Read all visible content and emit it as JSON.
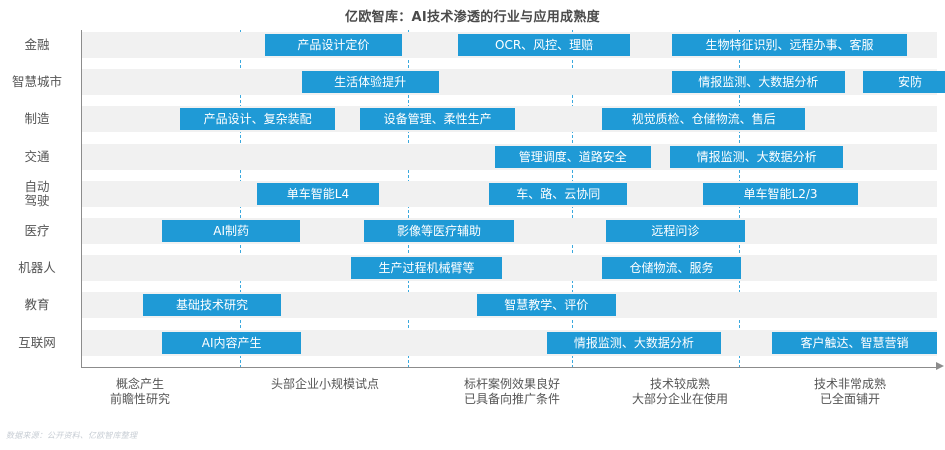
{
  "chart_data": {
    "type": "table",
    "title": "亿欧智库：AI技术渗透的行业与应用成熟度",
    "xlabel": "",
    "ylabel": "",
    "grid": true,
    "legend": false,
    "accent_color": "#1f9ad6",
    "band_color": "#f1f1f1",
    "axis_color": "#8c8c8c",
    "stage_axis": {
      "stages": [
        {
          "index": 1,
          "lines": [
            "概念产生",
            "前瞻性研究"
          ]
        },
        {
          "index": 2,
          "lines": [
            "头部企业小规模试点"
          ]
        },
        {
          "index": 3,
          "lines": [
            "标杆案例效果良好",
            "已具备向推广条件"
          ]
        },
        {
          "index": 4,
          "lines": [
            "技术较成熟",
            "大部分企业在使用"
          ]
        },
        {
          "index": 5,
          "lines": [
            "技术非常成熟",
            "已全面铺开"
          ]
        }
      ],
      "gridline_positions_pct": [
        18.5,
        38.1,
        57.3,
        76.9
      ]
    },
    "rows": [
      {
        "label": [
          "金融"
        ],
        "bars": [
          {
            "text": "产品设计定价",
            "start_pct": 21.4,
            "width_pct": 16.0
          },
          {
            "text": "OCR、风控、理赔",
            "start_pct": 44.0,
            "width_pct": 20.1
          },
          {
            "text": "生物特征识别、远程办事、客服",
            "start_pct": 69.0,
            "width_pct": 27.5
          }
        ]
      },
      {
        "label": [
          "智慧城市"
        ],
        "bars": [
          {
            "text": "生活体验提升",
            "start_pct": 25.7,
            "width_pct": 16.0
          },
          {
            "text": "情报监测、大数据分析",
            "start_pct": 69.0,
            "width_pct": 20.2
          },
          {
            "text": "安防",
            "start_pct": 91.3,
            "width_pct": 11.1
          }
        ]
      },
      {
        "label": [
          "制造"
        ],
        "bars": [
          {
            "text": "产品设计、复杂装配",
            "start_pct": 11.5,
            "width_pct": 18.1
          },
          {
            "text": "设备管理、柔性生产",
            "start_pct": 32.5,
            "width_pct": 18.2
          },
          {
            "text": "视觉质检、仓储物流、售后",
            "start_pct": 60.8,
            "width_pct": 23.8
          }
        ]
      },
      {
        "label": [
          "交通"
        ],
        "bars": [
          {
            "text": "管理调度、道路安全",
            "start_pct": 48.3,
            "width_pct": 18.2
          },
          {
            "text": "情报监测、大数据分析",
            "start_pct": 68.8,
            "width_pct": 20.2
          }
        ]
      },
      {
        "label": [
          "自动",
          "驾驶"
        ],
        "bars": [
          {
            "text": "单车智能L4",
            "start_pct": 20.5,
            "width_pct": 14.2
          },
          {
            "text": "车、路、云协同",
            "start_pct": 47.6,
            "width_pct": 16.2
          },
          {
            "text": "单车智能L2/3",
            "start_pct": 72.6,
            "width_pct": 18.2
          }
        ]
      },
      {
        "label": [
          "医疗"
        ],
        "bars": [
          {
            "text": "AI制药",
            "start_pct": 9.4,
            "width_pct": 16.1
          },
          {
            "text": "影像等医疗辅助",
            "start_pct": 33.0,
            "width_pct": 17.5
          },
          {
            "text": "远程问诊",
            "start_pct": 61.3,
            "width_pct": 16.2
          }
        ]
      },
      {
        "label": [
          "机器人"
        ],
        "bars": [
          {
            "text": "生产过程机械臂等",
            "start_pct": 31.5,
            "width_pct": 17.6
          },
          {
            "text": "仓储物流、服务",
            "start_pct": 60.8,
            "width_pct": 16.3
          }
        ]
      },
      {
        "label": [
          "教育"
        ],
        "bars": [
          {
            "text": "基础技术研究",
            "start_pct": 7.1,
            "width_pct": 16.2
          },
          {
            "text": "智慧教学、评价",
            "start_pct": 46.2,
            "width_pct": 16.2
          }
        ]
      },
      {
        "label": [
          "互联网"
        ],
        "bars": [
          {
            "text": "AI内容产生",
            "start_pct": 9.4,
            "width_pct": 16.2
          },
          {
            "text": "情报监测、大数据分析",
            "start_pct": 54.4,
            "width_pct": 20.3
          },
          {
            "text": "客户触达、智慧营销",
            "start_pct": 80.7,
            "width_pct": 19.3
          }
        ]
      }
    ]
  },
  "footer": {
    "source_note": "数据来源：公开资料、亿欧智库整理"
  }
}
